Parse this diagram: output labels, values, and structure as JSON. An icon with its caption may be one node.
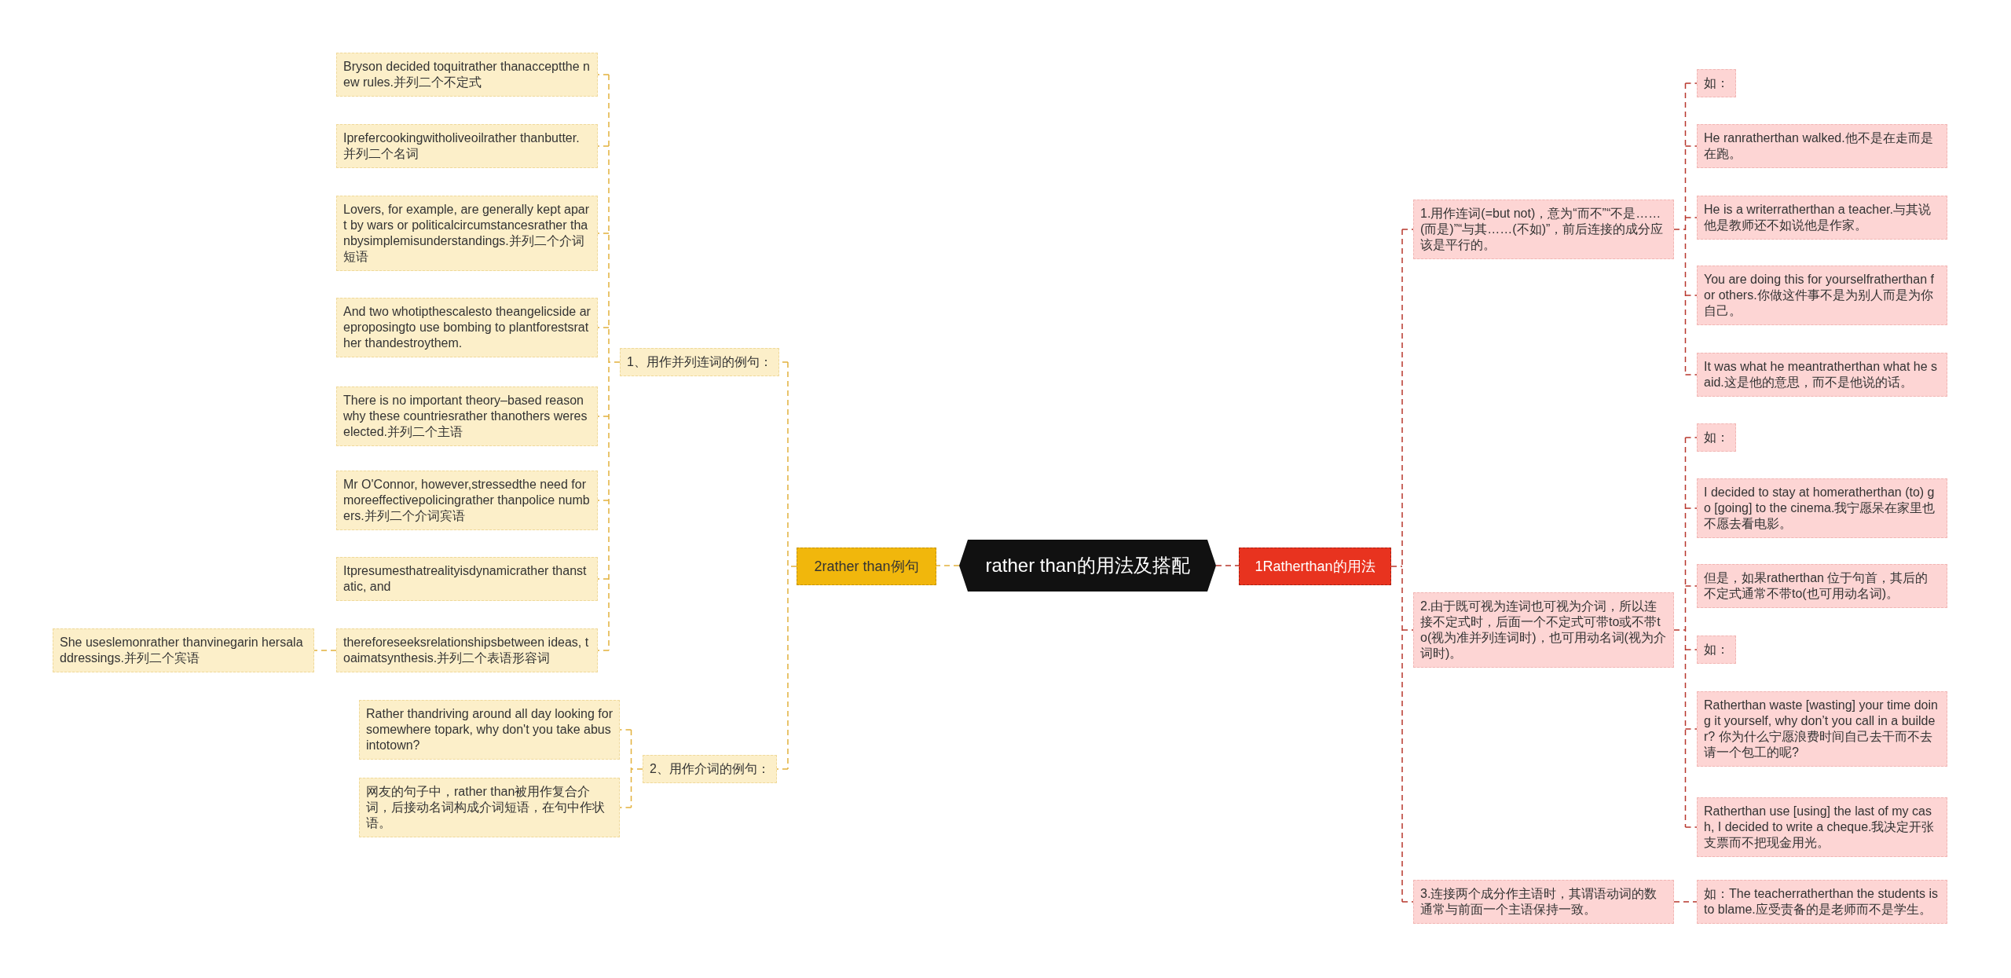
{
  "diagram": {
    "nodes": [
      {
        "text": [
          "rather than的用法及搭配"
        ]
      },
      {
        "text": [
          "2rather than例句"
        ]
      },
      {
        "text": [
          "1Ratherthan的用法"
        ]
      },
      {
        "text": [
          "1、用作并列连词的例句："
        ]
      },
      {
        "text": [
          "Bryson decided toquitrather thanacceptthe new rules.并列二个不定式"
        ]
      },
      {
        "text": [
          "Iprefercookingwitholiveoilrather thanbutter.并列二个名词"
        ]
      },
      {
        "text": [
          "Lovers, for example, are generally kept apart by wars or politicalcircumstancesrather thanbysimplemisunderstandings.并列二个介词短语"
        ]
      },
      {
        "text": [
          "And two whotipthescalesto theangelicside areproposingto use bombing to plantforestsrather thandestroythem."
        ]
      },
      {
        "text": [
          "There is no important theory–based reason why these countriesrather thanothers wereselected.并列二个主语"
        ]
      },
      {
        "text": [
          "Mr O'Connor, however,stressedthe need for moreeffectivepolicingrather thanpolice numbers.并列二个介词宾语"
        ]
      },
      {
        "text": [
          "Itpresumesthatrealityisdynamicrather thanstatic, and"
        ]
      },
      {
        "text": [
          "thereforeseeksrelationshipsbetween ideas, toaimatsynthesis.并列二个表语形容词"
        ]
      },
      {
        "text": [
          "She useslemonrather thanvinegarin hersaladdressings.并列二个宾语"
        ]
      },
      {
        "text": [
          "2、用作介词的例句："
        ]
      },
      {
        "text": [
          "Rather thandriving around all day looking for somewhere topark, why don't you take abusintotown?"
        ]
      },
      {
        "text": [
          "网友的句子中，rather than被用作复合介词，后接动名词构成介词短语，在句中作状语。"
        ]
      },
      {
        "text": [
          "1.用作连词(=but not)，意为“而不”“不是……(而是)”“与其……(不如)”，前后连接的成分应该是平行的。"
        ]
      },
      {
        "text": [
          "如："
        ]
      },
      {
        "text": [
          "He ranratherthan walked.他不是在走而是在跑。"
        ]
      },
      {
        "text": [
          "He is a writerratherthan a teacher.与其说他是教师还不如说他是作家。"
        ]
      },
      {
        "text": [
          "You are doing this for yourselfratherthan for others.你做这件事不是为别人而是为你自己。"
        ]
      },
      {
        "text": [
          "It was what he meantratherthan what he said.这是他的意思，而不是他说的话。"
        ]
      },
      {
        "text": [
          "2.由于既可视为连词也可视为介词，所以连接不定式时，后面一个不定式可带to或不带to(视为准并列连词时)，也可用动名词(视为介词时)。"
        ]
      },
      {
        "text": [
          "如："
        ]
      },
      {
        "text": [
          "I decided to stay at homeratherthan (to) go [going] to the cinema.我宁愿呆在家里也不愿去看电影。"
        ]
      },
      {
        "text": [
          "但是，如果ratherthan 位于句首，其后的不定式通常不带to(也可用动名词)。"
        ]
      },
      {
        "text": [
          "如："
        ]
      },
      {
        "text": [
          "Ratherthan waste [wasting] your time doing it yourself, why don’t you call in a builder? 你为什么宁愿浪费时间自己去干而不去请一个包工的呢?"
        ]
      },
      {
        "text": [
          "Ratherthan use [using] the last of my cash, I decided to write a cheque.我决定开张支票而不把现金用光。"
        ]
      },
      {
        "text": [
          "3.连接两个成分作主语时，其谓语动词的数通常与前面一个主语保持一致。"
        ]
      },
      {
        "text": [
          "如：The teacherratherthan the students is to blame.应受责备的是老师而不是学生。"
        ]
      }
    ],
    "edges": [
      {
        "from": 0,
        "to": 1,
        "arrow": "none",
        "color": "#e2b13c"
      },
      {
        "from": 0,
        "to": 2,
        "arrow": "none"
      },
      {
        "from": 1,
        "to": 3,
        "arrow": "none",
        "color": "#e2b13c"
      },
      {
        "from": 1,
        "to": 13,
        "arrow": "none",
        "color": "#e2b13c"
      },
      {
        "from": 3,
        "to": 4,
        "arrow": "none",
        "color": "#e2b13c"
      },
      {
        "from": 3,
        "to": 5,
        "arrow": "none",
        "color": "#e2b13c"
      },
      {
        "from": 3,
        "to": 6,
        "arrow": "none",
        "color": "#e2b13c"
      },
      {
        "from": 3,
        "to": 7,
        "arrow": "none",
        "color": "#e2b13c"
      },
      {
        "from": 3,
        "to": 8,
        "arrow": "none",
        "color": "#e2b13c"
      },
      {
        "from": 3,
        "to": 9,
        "arrow": "none",
        "color": "#e2b13c"
      },
      {
        "from": 3,
        "to": 10,
        "arrow": "none",
        "color": "#e2b13c"
      },
      {
        "from": 3,
        "to": 11,
        "arrow": "none",
        "color": "#e2b13c"
      },
      {
        "from": 11,
        "to": 12,
        "arrow": "none",
        "color": "#e2b13c"
      },
      {
        "from": 13,
        "to": 14,
        "arrow": "none",
        "color": "#e2b13c"
      },
      {
        "from": 13,
        "to": 15,
        "arrow": "none",
        "color": "#e2b13c"
      },
      {
        "from": 2,
        "to": 16,
        "arrow": "none"
      },
      {
        "from": 2,
        "to": 22,
        "arrow": "none"
      },
      {
        "from": 2,
        "to": 29,
        "arrow": "none"
      },
      {
        "from": 16,
        "to": 17,
        "arrow": "none"
      },
      {
        "from": 16,
        "to": 18,
        "arrow": "none"
      },
      {
        "from": 16,
        "to": 19,
        "arrow": "none"
      },
      {
        "from": 16,
        "to": 20,
        "arrow": "none"
      },
      {
        "from": 16,
        "to": 21,
        "arrow": "none"
      },
      {
        "from": 22,
        "to": 23,
        "arrow": "none"
      },
      {
        "from": 22,
        "to": 24,
        "arrow": "none"
      },
      {
        "from": 22,
        "to": 25,
        "arrow": "none"
      },
      {
        "from": 22,
        "to": 26,
        "arrow": "none"
      },
      {
        "from": 22,
        "to": 27,
        "arrow": "none"
      },
      {
        "from": 22,
        "to": 28,
        "arrow": "none"
      },
      {
        "from": 29,
        "to": 30,
        "arrow": "none"
      }
    ]
  }
}
